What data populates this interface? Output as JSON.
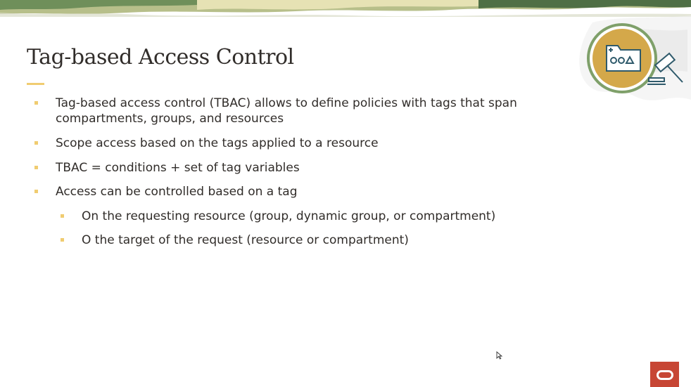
{
  "slide": {
    "title": "Tag-based Access Control",
    "bullets": [
      {
        "level": 1,
        "text": "Tag-based access control (TBAC) allows to define policies with tags that span compartments, groups, and resources"
      },
      {
        "level": 1,
        "text": "Scope access based on the tags applied to a resource"
      },
      {
        "level": 1,
        "text": "TBAC = conditions + set of tag variables"
      },
      {
        "level": 1,
        "text": "Access can be controlled based on a tag"
      },
      {
        "level": 2,
        "text": "On the requesting resource (group, dynamic group, or compartment)"
      },
      {
        "level": 2,
        "text": "O the target of the request (resource or compartment)"
      }
    ]
  },
  "colors": {
    "accent": "#f0cc71",
    "badge_fill": "#d4a84a",
    "badge_ring": "#7fa06a",
    "icon_stroke": "#2f5a6b",
    "oracle_red": "#c74634"
  },
  "icons": {
    "badge": "folder-shapes-icon",
    "gavel": "gavel-icon",
    "logo": "oracle-logo",
    "pointer": "mouse-cursor-icon"
  }
}
